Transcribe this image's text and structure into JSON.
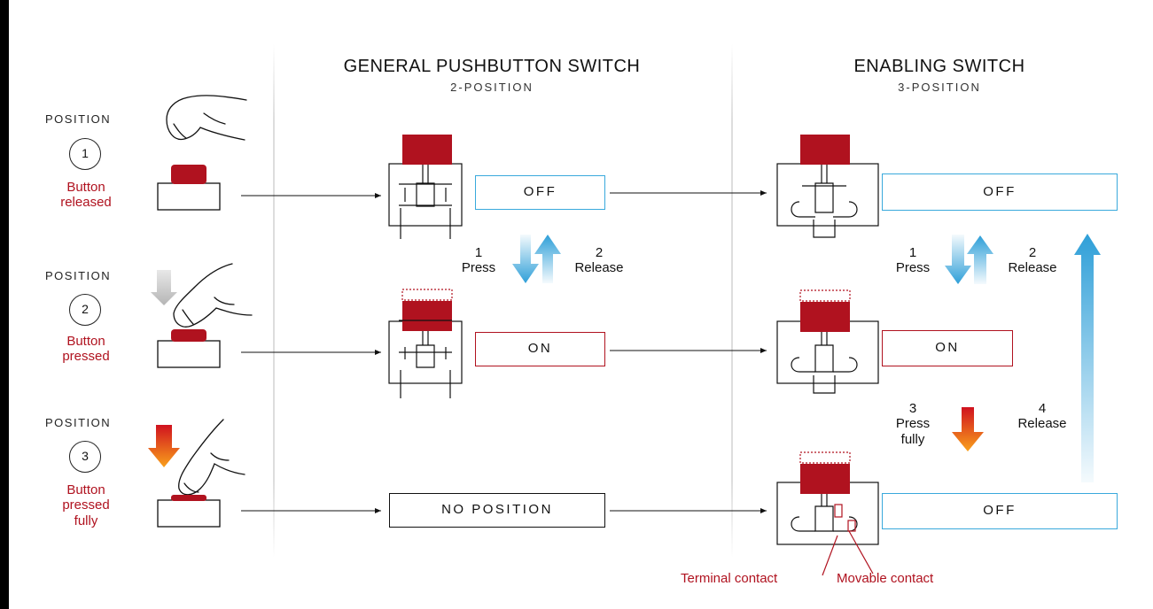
{
  "positions": [
    {
      "title": "POSITION",
      "number": "1",
      "label": [
        "Button",
        "released"
      ]
    },
    {
      "title": "POSITION",
      "number": "2",
      "label": [
        "Button",
        "pressed"
      ]
    },
    {
      "title": "POSITION",
      "number": "3",
      "label": [
        "Button",
        "pressed",
        "fully"
      ]
    }
  ],
  "general": {
    "title": "GENERAL PUSHBUTTON SWITCH",
    "subtitle": "2-POSITION",
    "states": [
      "OFF",
      "ON",
      "NO POSITION"
    ],
    "steps": [
      {
        "number": "1",
        "text": "Press"
      },
      {
        "number": "2",
        "text": "Release"
      }
    ]
  },
  "enabling": {
    "title": "ENABLING SWITCH",
    "subtitle": "3-POSITION",
    "states": [
      "OFF",
      "ON",
      "OFF"
    ],
    "steps": [
      {
        "number": "1",
        "text": "Press"
      },
      {
        "number": "2",
        "text": "Release"
      },
      {
        "number": "3",
        "text": "Press",
        "text2": "fully"
      },
      {
        "number": "4",
        "text": "Release"
      }
    ],
    "contacts": {
      "terminal": "Terminal contact",
      "movable": "Movable contact"
    }
  },
  "colors": {
    "button_red": "#b0121f",
    "label_red": "#b0121f",
    "arrow_blue": "#2e9fd8",
    "arrow_orange": "#f7941d",
    "off_border": "#39a9dc",
    "on_border": "#b0121f"
  }
}
